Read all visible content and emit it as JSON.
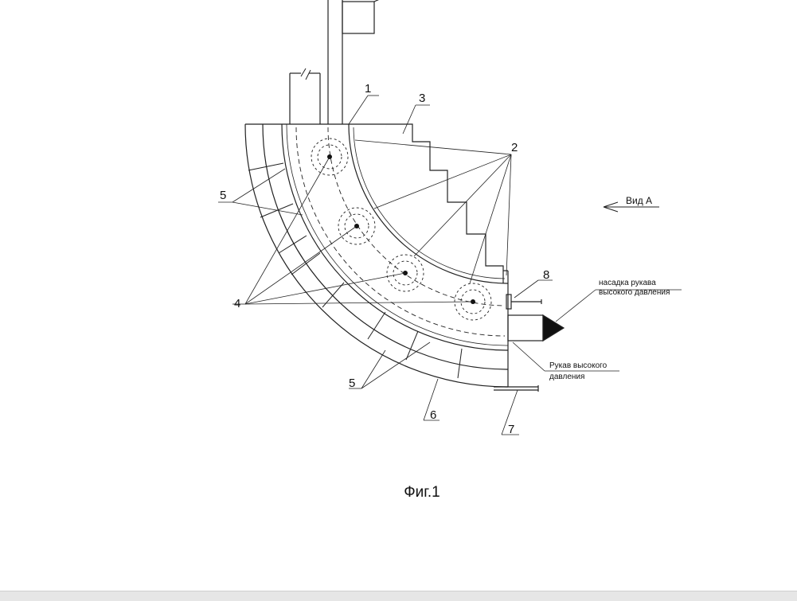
{
  "figure": {
    "caption": "Фиг.1",
    "labels": {
      "n1": "1",
      "n2": "2",
      "n3": "3",
      "n4": "4",
      "n5_top": "5",
      "n5_bottom": "5",
      "n6": "6",
      "n7": "7",
      "n8": "8",
      "view": "Вид А",
      "nozzle_line1": "насадка рукава",
      "nozzle_line2": "высокого давления",
      "hose_line1": "Рукав высокого",
      "hose_line2": "давления"
    }
  }
}
